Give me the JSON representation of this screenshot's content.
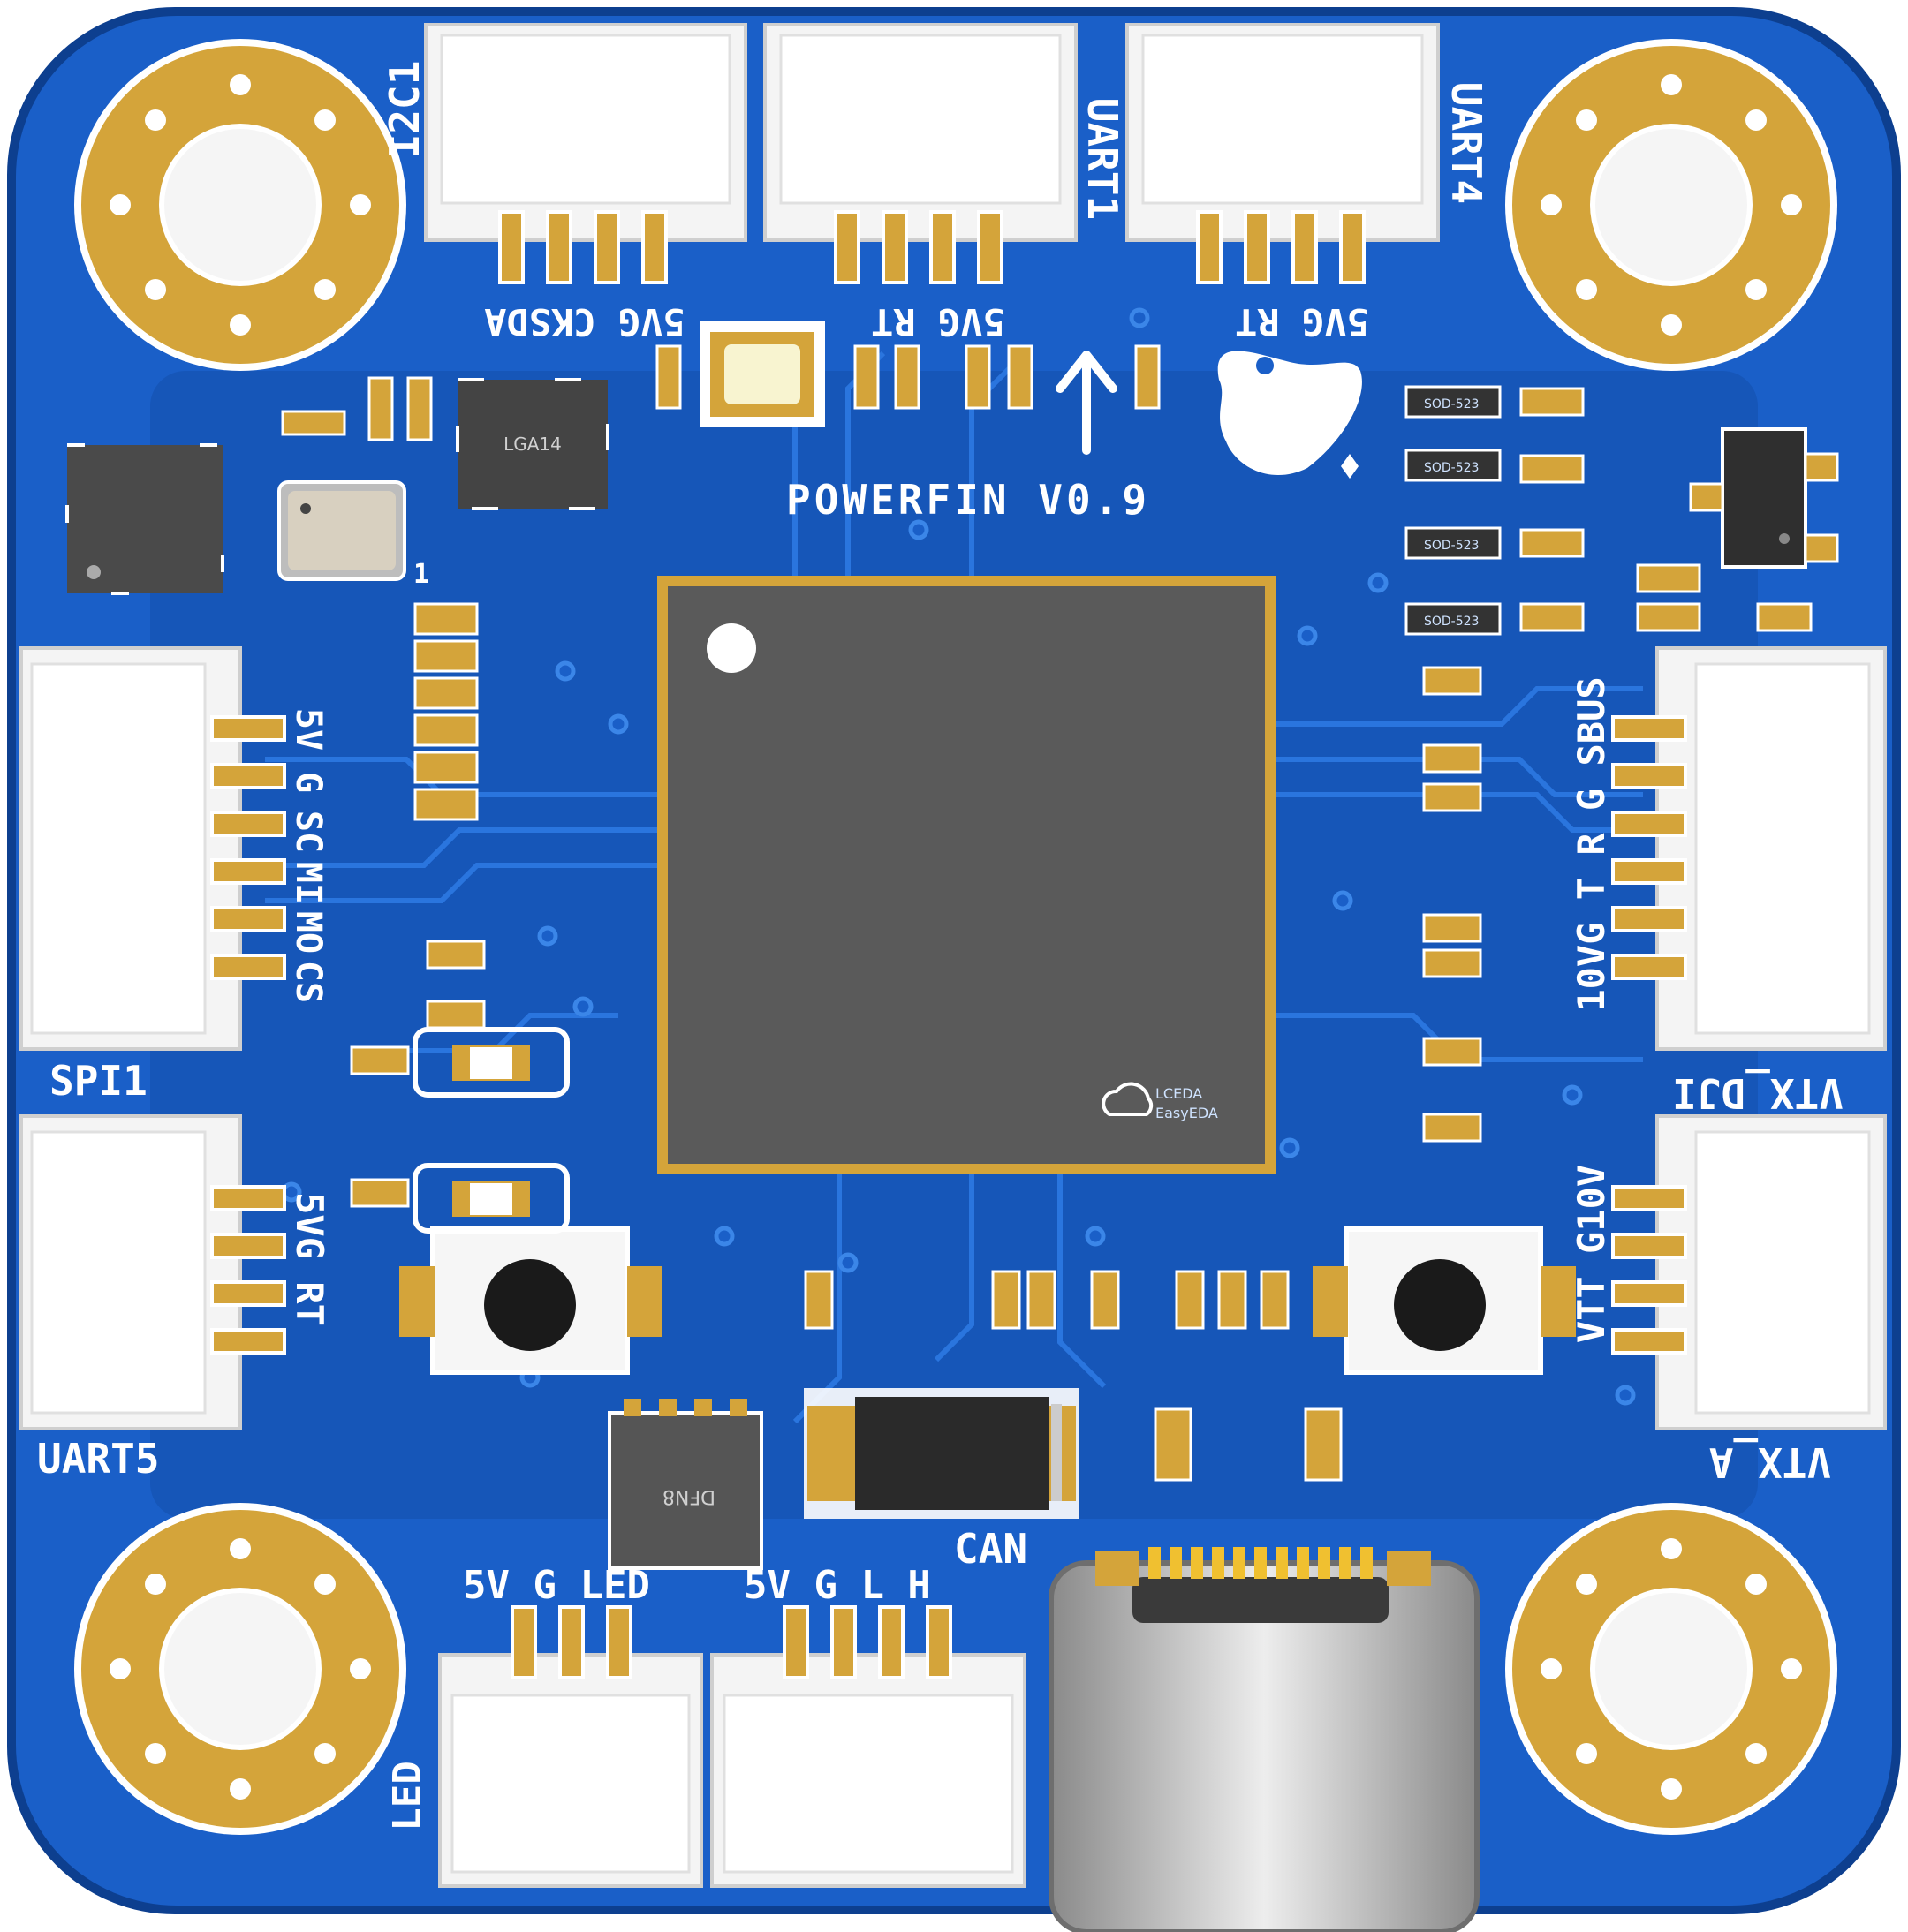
{
  "board": {
    "name": "POWERFIN V0.9",
    "colors": {
      "pcb": "#1a5fc8",
      "pcb_edge": "#0d3f8f",
      "copper": "#d4a43a",
      "silkscreen": "#ffffff",
      "chip": "#555555",
      "connector": "#f4f4f4"
    }
  },
  "connectors": {
    "i2c1": {
      "name": "I2C1",
      "pins": "5VG CKSDA"
    },
    "uart1": {
      "name": "UART1",
      "pins": "5VG RT"
    },
    "uart4": {
      "name": "UART4",
      "pins": "5VG RT"
    },
    "spi1": {
      "name": "SPI1",
      "pins": [
        "5V",
        "G",
        "SC",
        "MI",
        "MO",
        "CS"
      ]
    },
    "uart5": {
      "name": "UART5",
      "pins": "5VG RT"
    },
    "led": {
      "name": "LED",
      "pins": "5V G LED"
    },
    "can": {
      "name": "CAN",
      "pins": "5V G L H"
    },
    "vtx_dji": {
      "name": "VTX_DJI",
      "pins": "10VG T R G SBUS"
    },
    "vtx_a": {
      "name": "VTX_A",
      "pins": "VTT G10V"
    }
  },
  "chips": {
    "imu": {
      "label": "LGA14"
    },
    "flash": {
      "label": "DFN8"
    },
    "mcu": {
      "label_line1": "LCEDA",
      "label_line2": "EasyEDA"
    }
  },
  "misc": {
    "baro_marker": "1",
    "diode_label": "SOD-523"
  },
  "icons": [
    "arrow-up-icon",
    "whale-logo-icon",
    "easyeda-cloud-icon",
    "mounting-hole-icon"
  ]
}
